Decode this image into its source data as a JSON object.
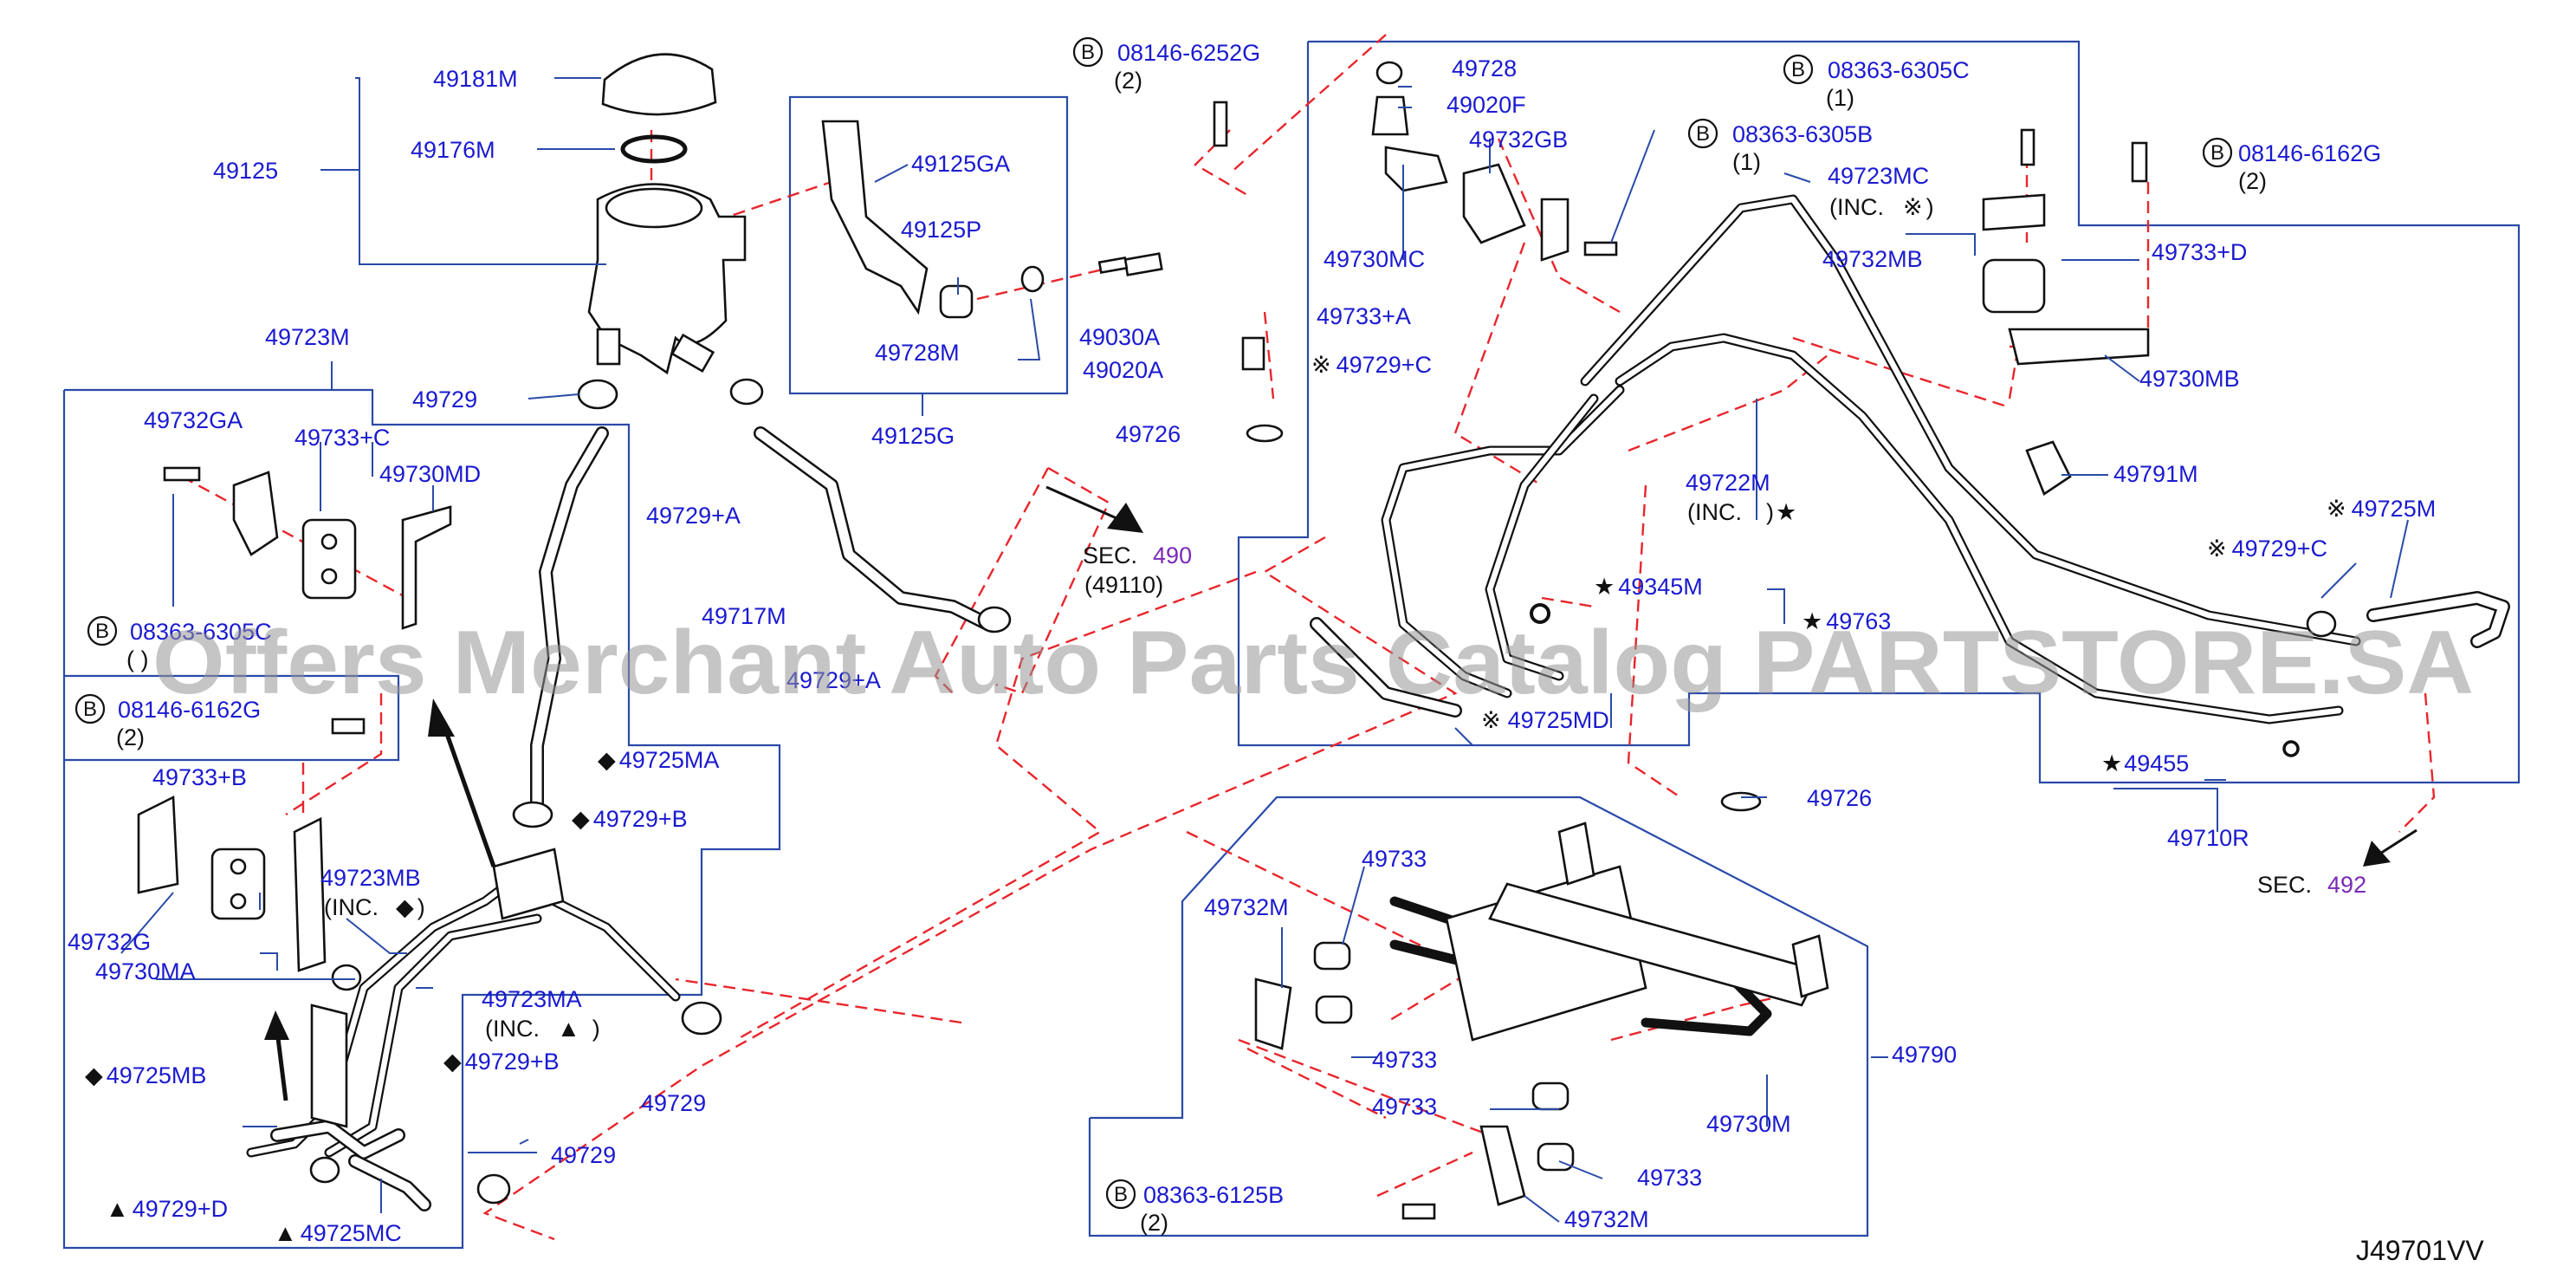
{
  "diagram_ref": "J49701VV",
  "watermark": "Offers Merchant Auto Parts Catalog PARTSTORE.SA",
  "sections": [
    {
      "prefix": "SEC.",
      "num": "490",
      "sub": "(49110)"
    },
    {
      "prefix": "SEC.",
      "num": "492"
    }
  ],
  "bolts": [
    {
      "badge": "B",
      "pn": "08146-6252G",
      "qty": "(2)"
    },
    {
      "badge": "B",
      "pn": "08363-6305C",
      "qty": "(1)"
    },
    {
      "badge": "B",
      "pn": "08363-6305B",
      "qty": "(1)"
    },
    {
      "badge": "B",
      "pn": "08146-6162G",
      "qty": "(2)"
    },
    {
      "badge": "B",
      "pn": "08363-6305C",
      "qty": "( )"
    },
    {
      "badge": "B",
      "pn": "08146-6162G",
      "qty": "(2)"
    },
    {
      "badge": "B",
      "pn": "08363-6125B",
      "qty": "(2)"
    }
  ],
  "labels": {
    "p49181M": "49181M",
    "p49176M": "49176M",
    "p49125": "49125",
    "p49125GA": "49125GA",
    "p49125P": "49125P",
    "p49728M": "49728M",
    "p49030A": "49030A",
    "p49020A": "49020A",
    "p49125G": "49125G",
    "p49723M": "49723M",
    "p49729a": "49729",
    "p49732GA": "49732GA",
    "p49733C": "49733+C",
    "p49730MD": "49730MD",
    "p49729A_1": "49729+A",
    "p49717M": "49717M",
    "p49729A_2": "49729+A",
    "p49725MA": "49725MA",
    "p49729B_1": "49729+B",
    "p49733B": "49733+B",
    "p49732G": "49732G",
    "p49730MA": "49730MA",
    "p49723MB": "49723MB",
    "inc_mb": "(INC.",
    "inc_mb_close": ")",
    "p49723MA": "49723MA",
    "inc_ma": "(INC.",
    "inc_ma_close": ")",
    "p49729B_2": "49729+B",
    "p49725MB": "49725MB",
    "p49729b": "49729",
    "p49729c": "49729",
    "p49729D": "49729+D",
    "p49725MC": "49725MC",
    "p49728": "49728",
    "p49020F": "49020F",
    "p49732GB": "49732GB",
    "p49730MC": "49730MC",
    "p49733A": "49733+A",
    "p49729C_1": "49729+C",
    "p49726_1": "49726",
    "p49723MC": "49723MC",
    "inc_mc": "(INC.",
    "inc_mc_close": ")",
    "p49732MB": "49732MB",
    "p49733D": "49733+D",
    "p49730MB": "49730MB",
    "p49722M": "49722M",
    "inc_722": "(INC.",
    "inc_722_close": ")",
    "p49791M": "49791M",
    "p49725M": "49725M",
    "p49729C_2": "49729+C",
    "p49345M": "49345M",
    "p49763": "49763",
    "p49725MD": "49725MD",
    "p49726_2": "49726",
    "p49455": "49455",
    "p49710R": "49710R",
    "p49733_1": "49733",
    "p49732M_1": "49732M",
    "p49733_2": "49733",
    "p49733_3": "49733",
    "p49733_4": "49733",
    "p49790": "49790",
    "p49730M": "49730M",
    "p49732M_2": "49732M"
  },
  "symbols": {
    "star": "★",
    "diamond": "◆",
    "triangle": "▲",
    "ref_mark": "※"
  }
}
